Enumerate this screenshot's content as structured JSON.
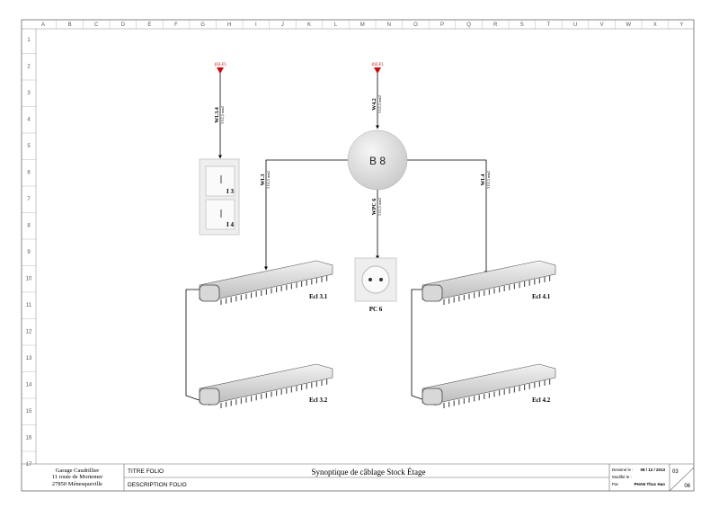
{
  "grid": {
    "columns": [
      "A",
      "B",
      "C",
      "D",
      "E",
      "F",
      "G",
      "H",
      "I",
      "J",
      "K",
      "L",
      "M",
      "N",
      "O",
      "P",
      "Q",
      "R",
      "S",
      "T",
      "U",
      "V",
      "W",
      "X",
      "Y"
    ],
    "rows": [
      "1",
      "2",
      "3",
      "4",
      "5",
      "6",
      "7",
      "8",
      "9",
      "10",
      "11",
      "12",
      "13",
      "14",
      "15",
      "16",
      "17"
    ]
  },
  "diagram": {
    "source_ref_left": "(02-F)",
    "source_ref_center": "(02-F)",
    "cables": {
      "left_feed": {
        "name": "WL3.4",
        "spec": "3 G1,5 mm2"
      },
      "center_feed": {
        "name": "W4.2",
        "spec": "3 G1,5 mm2"
      },
      "left_branch": {
        "name": "WL3",
        "spec": "3 G1,5 mm2"
      },
      "socket_branch": {
        "name": "WPC 6",
        "spec": "3 G1,5 mm2"
      },
      "right_branch": {
        "name": "WL4",
        "spec": "3 G1,5 mm2"
      }
    },
    "junction_box": "B 8",
    "switch_labels": [
      "I 3",
      "I 4"
    ],
    "socket_label": "PC 6",
    "lights": [
      "Ecl 3.1",
      "Ecl 3.2",
      "Ecl 4.1",
      "Ecl 4.2"
    ]
  },
  "title_block": {
    "company": [
      "Garage Caudrillier",
      "11 route de Mortemer",
      "27850 Ménesqueville"
    ],
    "titre_folio": "TITRE FOLIO",
    "description_folio": "DESCRIPTION FOLIO",
    "title": "Synoptique de câblage Stock Étage",
    "drawn_label": "Dessiné le :",
    "drawn_date": "08 / 12 / 2013",
    "modified_label": "Modifié le :",
    "by_label": "Par",
    "author": "PHAN Thuc Hao",
    "page": "03",
    "total_pages": "06"
  }
}
